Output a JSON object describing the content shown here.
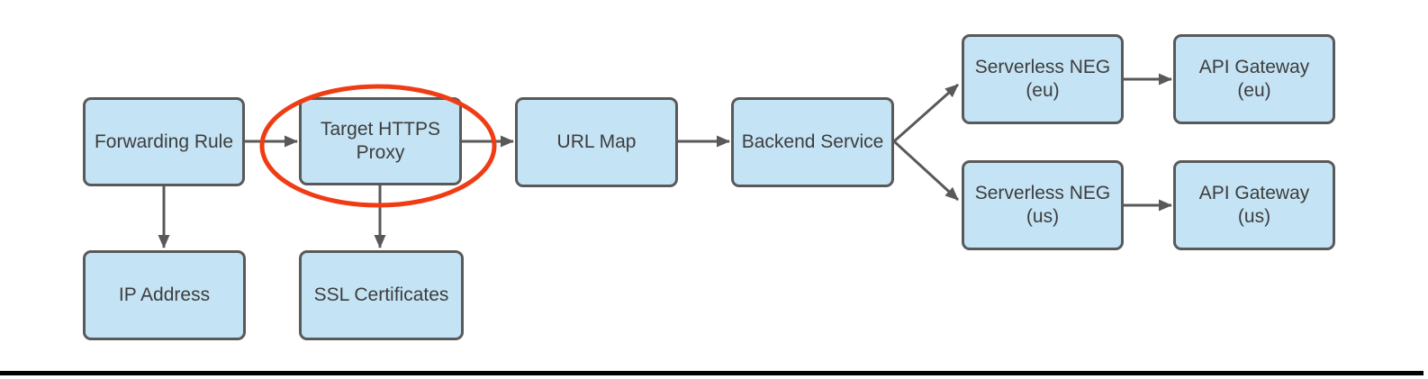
{
  "diagram": {
    "nodes": [
      {
        "id": "forwarding-rule",
        "label": "Forwarding Rule"
      },
      {
        "id": "target-https-proxy",
        "label": "Target HTTPS\nProxy"
      },
      {
        "id": "url-map",
        "label": "URL Map"
      },
      {
        "id": "backend-service",
        "label": "Backend Service"
      },
      {
        "id": "serverless-neg-eu",
        "label": "Serverless NEG\n(eu)"
      },
      {
        "id": "api-gateway-eu",
        "label": "API Gateway\n(eu)"
      },
      {
        "id": "serverless-neg-us",
        "label": "Serverless NEG\n(us)"
      },
      {
        "id": "api-gateway-us",
        "label": "API Gateway\n(us)"
      },
      {
        "id": "ip-address",
        "label": "IP Address"
      },
      {
        "id": "ssl-certificates",
        "label": "SSL Certificates"
      }
    ],
    "edges": [
      {
        "from": "forwarding-rule",
        "to": "target-https-proxy"
      },
      {
        "from": "target-https-proxy",
        "to": "url-map"
      },
      {
        "from": "url-map",
        "to": "backend-service"
      },
      {
        "from": "backend-service",
        "to": "serverless-neg-eu"
      },
      {
        "from": "backend-service",
        "to": "serverless-neg-us"
      },
      {
        "from": "serverless-neg-eu",
        "to": "api-gateway-eu"
      },
      {
        "from": "serverless-neg-us",
        "to": "api-gateway-us"
      },
      {
        "from": "forwarding-rule",
        "to": "ip-address"
      },
      {
        "from": "target-https-proxy",
        "to": "ssl-certificates"
      }
    ],
    "highlight": {
      "shape": "ellipse",
      "around": "target-https-proxy"
    },
    "colors": {
      "node_fill": "#c4e3f4",
      "node_border": "#595959",
      "connector": "#595959",
      "highlight": "#f03c14",
      "text": "#3d3d3d",
      "bottom_rule": "#000000"
    }
  }
}
